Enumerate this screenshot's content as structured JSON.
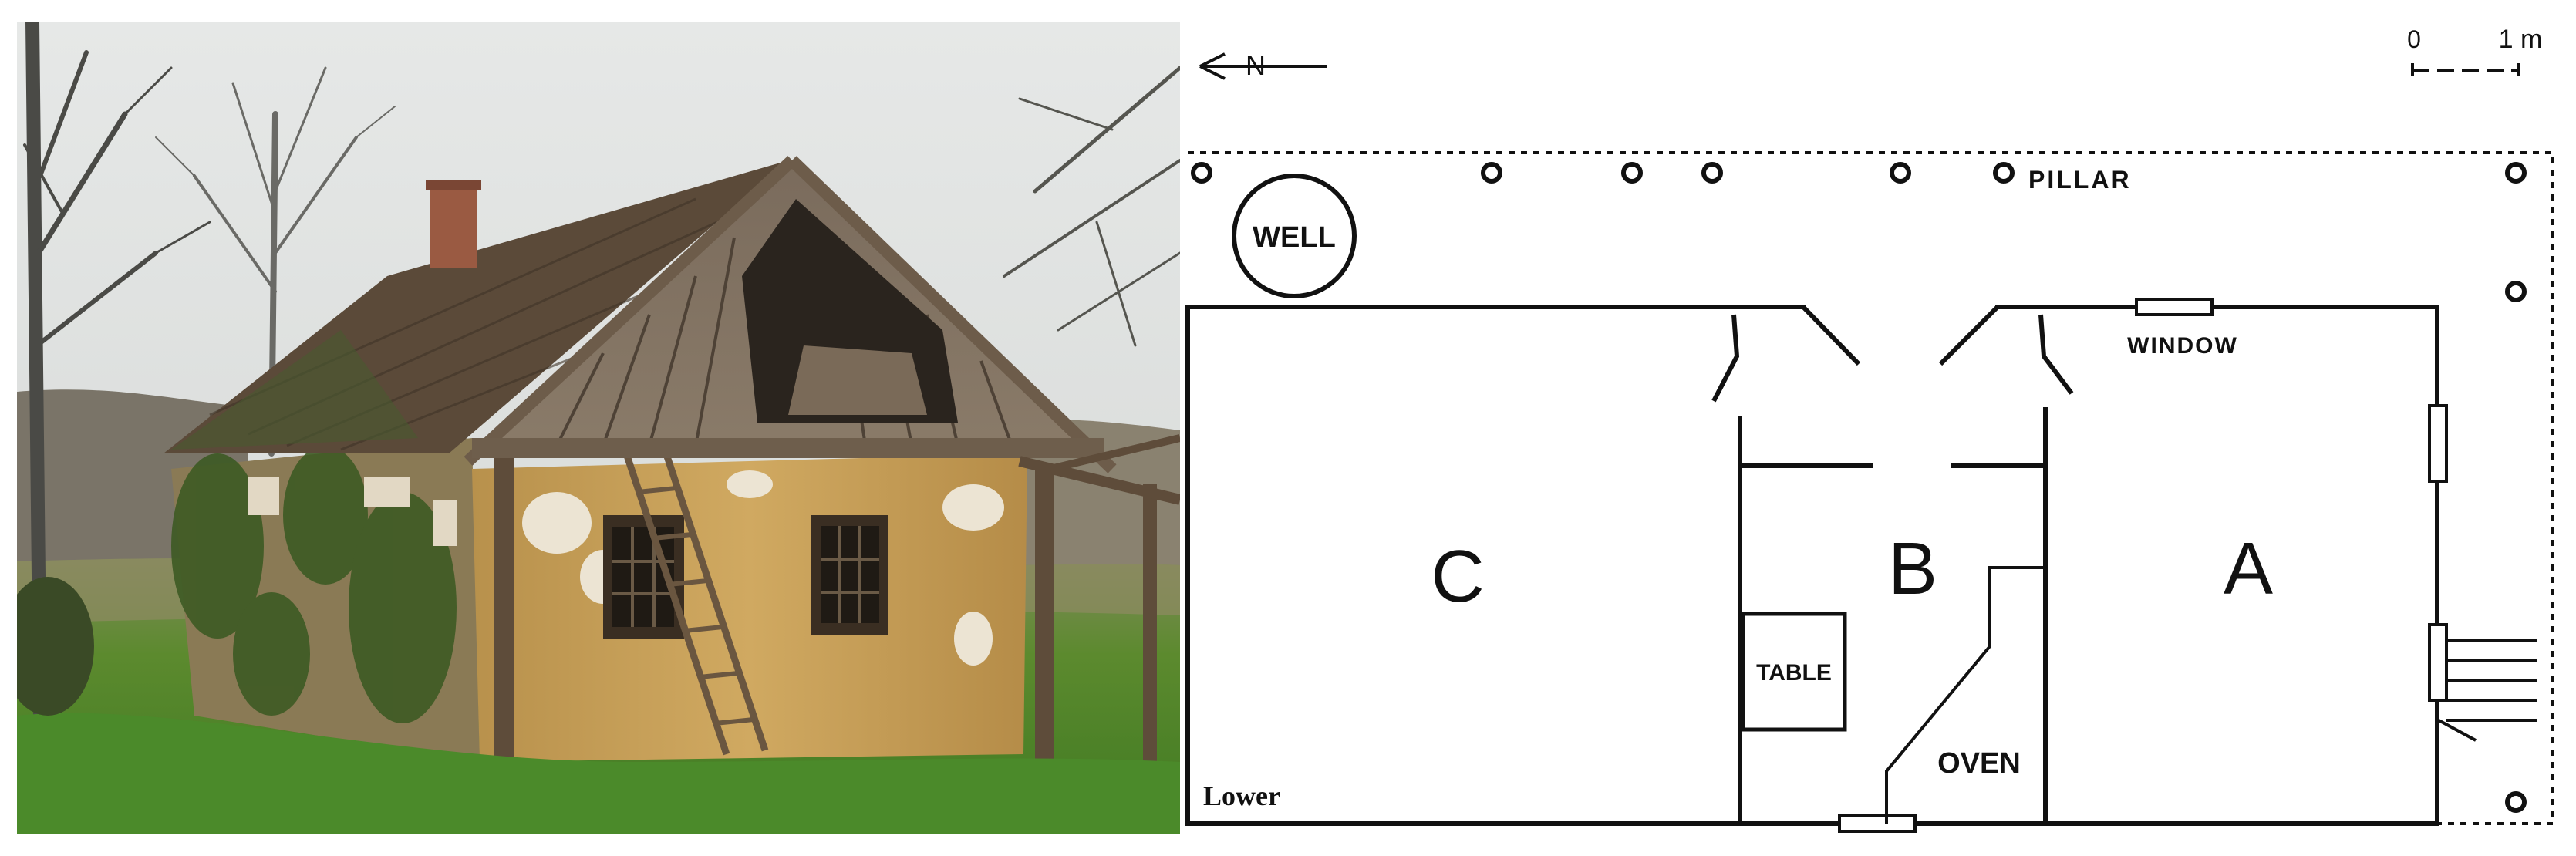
{
  "plan": {
    "north_symbol": "N",
    "scale": {
      "zero": "0",
      "one": "1 m"
    },
    "rooms": {
      "a": "A",
      "b": "B",
      "c": "C"
    },
    "labels": {
      "well": "WELL",
      "pillar": "PILLAR",
      "window": "WINDOW",
      "table": "TABLE",
      "oven": "OVEN",
      "lower": "Lower"
    }
  },
  "colors": {
    "sky": "#dfe1e0",
    "grass": "#5d8a2d",
    "roof": "#5a4a3a",
    "wall": "#c9a25a",
    "wood": "#6b5a48",
    "ink": "#111111"
  }
}
